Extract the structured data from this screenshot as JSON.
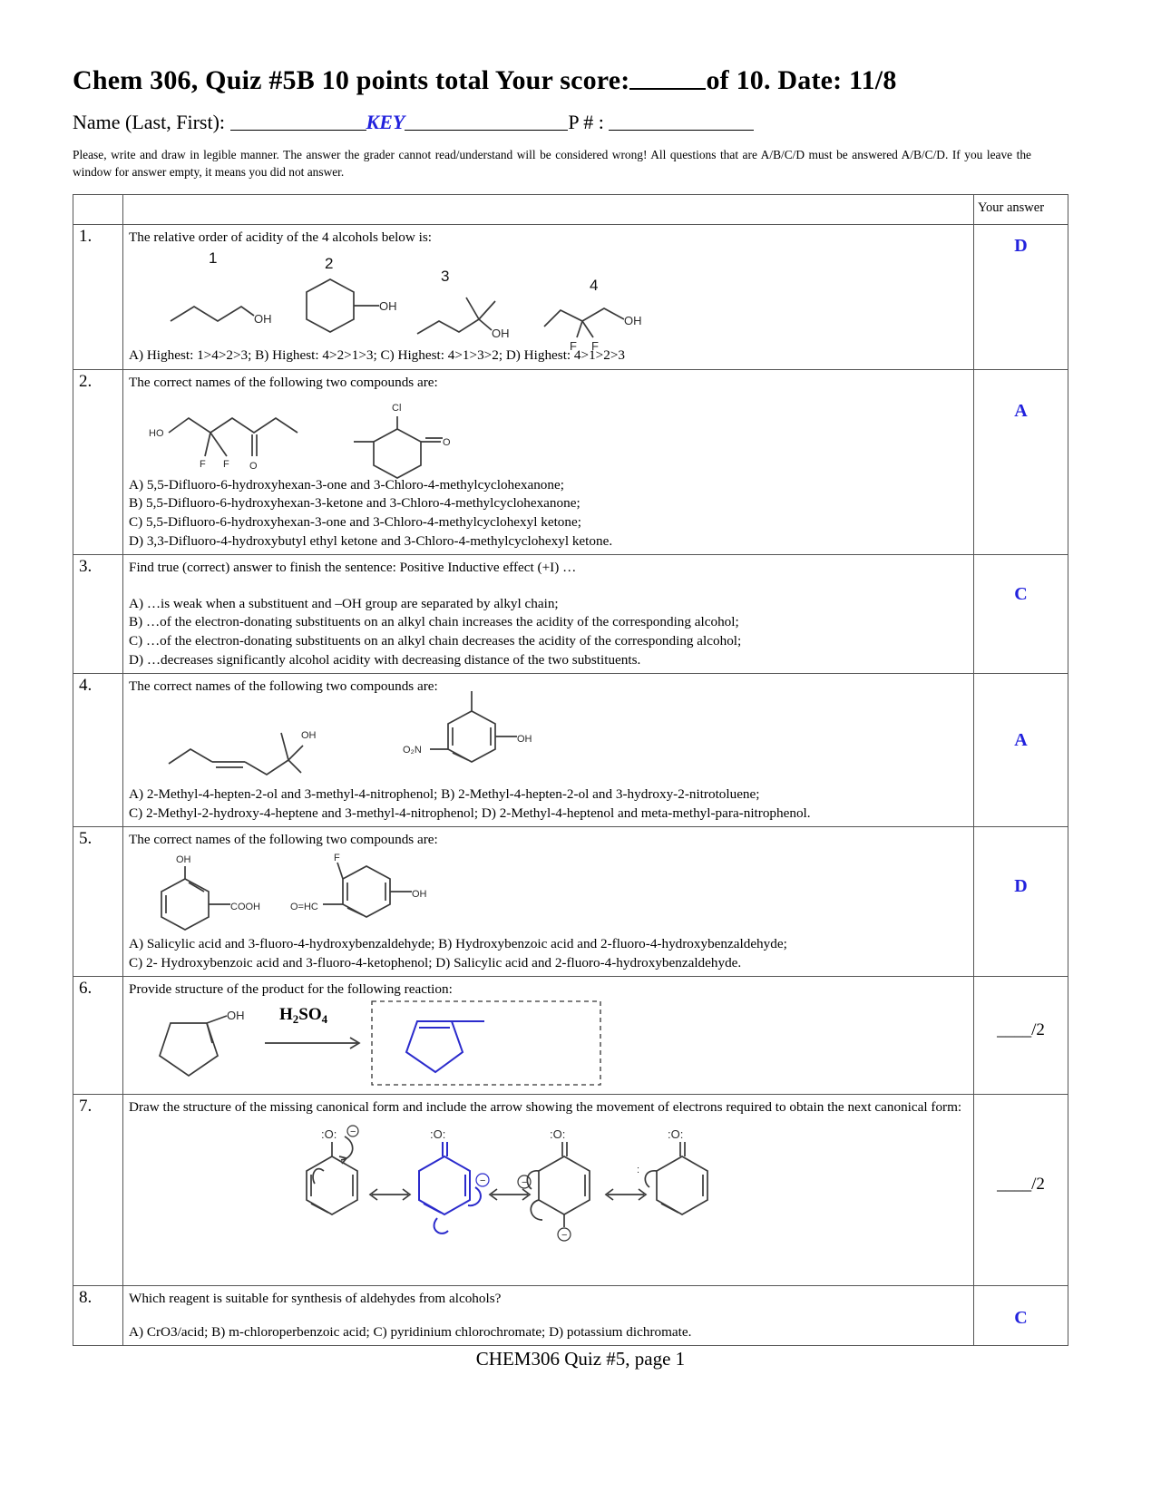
{
  "header": {
    "title_part1": "Chem 306, Quiz #5B  10 points total    Your  score:",
    "title_part2": "of 10.  Date: 11/8",
    "name_label": "Name (Last, First):",
    "name_value": "KEY",
    "pnumber_label": "P # :",
    "instructions": "Please, write and draw in legible manner. The answer the grader cannot read/understand will be considered wrong! All questions that are A/B/C/D must be answered A/B/C/D. If you leave the window for answer empty, it means you did not answer."
  },
  "table": {
    "answer_column_header": "Your answer"
  },
  "questions": [
    {
      "number": "1.",
      "prompt": "The relative order of acidity of the 4 alcohols below is:",
      "structure_labels": [
        "1",
        "2",
        "3",
        "4"
      ],
      "atom_labels": [
        "OH",
        "OH",
        "OH",
        "OH",
        "F",
        "F"
      ],
      "options_inline": "A) Highest: 1>4>2>3;          B) Highest: 4>2>1>3;          C) Highest: 4>1>3>2;        D) Highest: 4>1>2>3",
      "answer": "D"
    },
    {
      "number": "2.",
      "prompt": "The correct names of the following two compounds are:",
      "atom_labels": [
        "HO",
        "F",
        "F",
        "O",
        "Cl",
        "O"
      ],
      "options": [
        "A) 5,5-Difluoro-6-hydroxyhexan-3-one            and     3-Chloro-4-methylcyclohexanone;",
        "B) 5,5-Difluoro-6-hydroxyhexan-3-ketone     and     3-Chloro-4-methylcyclohexanone;",
        "C) 5,5-Difluoro-6-hydroxyhexan-3-one            and     3-Chloro-4-methylcyclohexyl ketone;",
        "D) 3,3-Difluoro-4-hydroxybutyl ethyl ketone  and     3-Chloro-4-methylcyclohexyl ketone."
      ],
      "answer": "A"
    },
    {
      "number": "3.",
      "prompt": "Find true (correct) answer to finish the sentence: Positive Inductive effect (+I) …",
      "options": [
        "A) …is weak when a substituent and –OH group are separated by alkyl chain;",
        "B) …of the electron-donating substituents on an alkyl chain increases the acidity of the corresponding alcohol;",
        "C) …of the electron-donating substituents on an alkyl chain decreases the acidity of the corresponding alcohol;",
        "D) …decreases significantly alcohol acidity with decreasing distance of the two substituents."
      ],
      "answer": "C"
    },
    {
      "number": "4.",
      "prompt": "The correct names of the following two compounds are:",
      "atom_labels": [
        "OH",
        "O₂N",
        "OH"
      ],
      "options": [
        "A) 2-Methyl-4-hepten-2-ol  and 3-methyl-4-nitrophenol;              B) 2-Methyl-4-hepten-2-ol  and 3-hydroxy-2-nitrotoluene;",
        "C) 2-Methyl-2-hydroxy-4-heptene  and 3-methyl-4-nitrophenol;   D) 2-Methyl-4-heptenol and meta-methyl-para-nitrophenol."
      ],
      "answer": "A"
    },
    {
      "number": "5.",
      "prompt": "The correct names of the following two compounds are:",
      "atom_labels": [
        "OH",
        "COOH",
        "F",
        "O=HC",
        "OH"
      ],
      "options": [
        "A) Salicylic acid  and 3-fluoro-4-hydroxybenzaldehyde;     B) Hydroxybenzoic acid  and 2-fluoro-4-hydroxybenzaldehyde;",
        "C) 2- Hydroxybenzoic acid  and 3-fluoro-4-ketophenol;      D) Salicylic acid and 2-fluoro-4-hydroxybenzaldehyde."
      ],
      "answer": "D"
    },
    {
      "number": "6.",
      "prompt": "Provide structure of the product for the following reaction:",
      "atom_labels": [
        "OH"
      ],
      "reagent": "H2SO4",
      "answer": "____/2"
    },
    {
      "number": "7.",
      "prompt": "Draw the structure of the missing canonical form and include the arrow showing the movement of electrons required to obtain the next canonical form:",
      "answer": "____/2"
    },
    {
      "number": "8.",
      "prompt": "Which reagent is suitable for synthesis of aldehydes from alcohols?",
      "options_inline": "A) CrO3/acid;  B) m-chloroperbenzoic acid;   C) pyridinium chlorochromate;  D) potassium dichromate.",
      "answer": "C"
    }
  ],
  "footer": "CHEM306  Quiz #5,  page 1",
  "colors": {
    "answer_blue": "#2222dd",
    "structure_blue": "#2b2bcc",
    "line_gray": "#3a3a3a"
  }
}
